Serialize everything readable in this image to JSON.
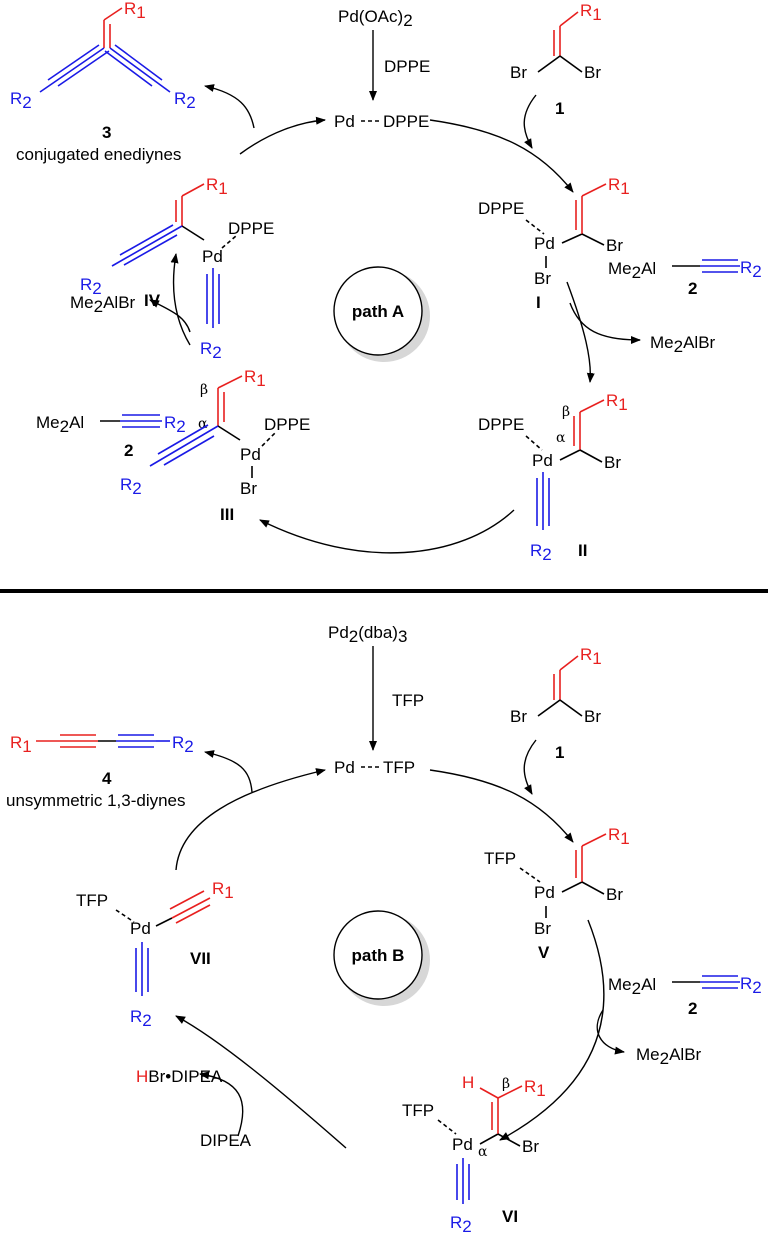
{
  "path_a": {
    "label": "path A",
    "catalyst": "Pd(OAc)",
    "catalyst_sub": "2",
    "ligand": "DPPE",
    "pd_complex": "Pd",
    "pd_complex_ligand": "DPPE",
    "product_number": "3",
    "product_name": "conjugated enediynes",
    "intermediates": [
      "I",
      "II",
      "III",
      "IV"
    ],
    "byproduct": "Me",
    "byproduct_tail": "AlBr"
  },
  "path_b": {
    "label": "path B",
    "catalyst": "Pd",
    "catalyst_sub1": "2",
    "catalyst_mid": "(dba)",
    "catalyst_sub2": "3",
    "ligand": "TFP",
    "pd_complex": "Pd",
    "pd_complex_ligand": "TFP",
    "product_number": "4",
    "product_name": "unsymmetric 1,3-diynes",
    "intermediates": [
      "V",
      "VI",
      "VII"
    ],
    "base": "DIPEA",
    "salt_h": "H",
    "salt_rest": "Br•DIPEA",
    "byproduct": "Me",
    "byproduct_tail": "AlBr"
  },
  "reagents": {
    "dibromide_number": "1",
    "aluminum_number": "2",
    "aluminum": "Me",
    "aluminum_tail": "Al",
    "r1": "R",
    "r1_sub": "1",
    "r2": "R",
    "r2_sub": "2",
    "br": "Br",
    "pd": "Pd",
    "dppe": "DPPE",
    "tfp": "TFP",
    "alpha": "α",
    "beta": "β",
    "sub2": "2"
  }
}
